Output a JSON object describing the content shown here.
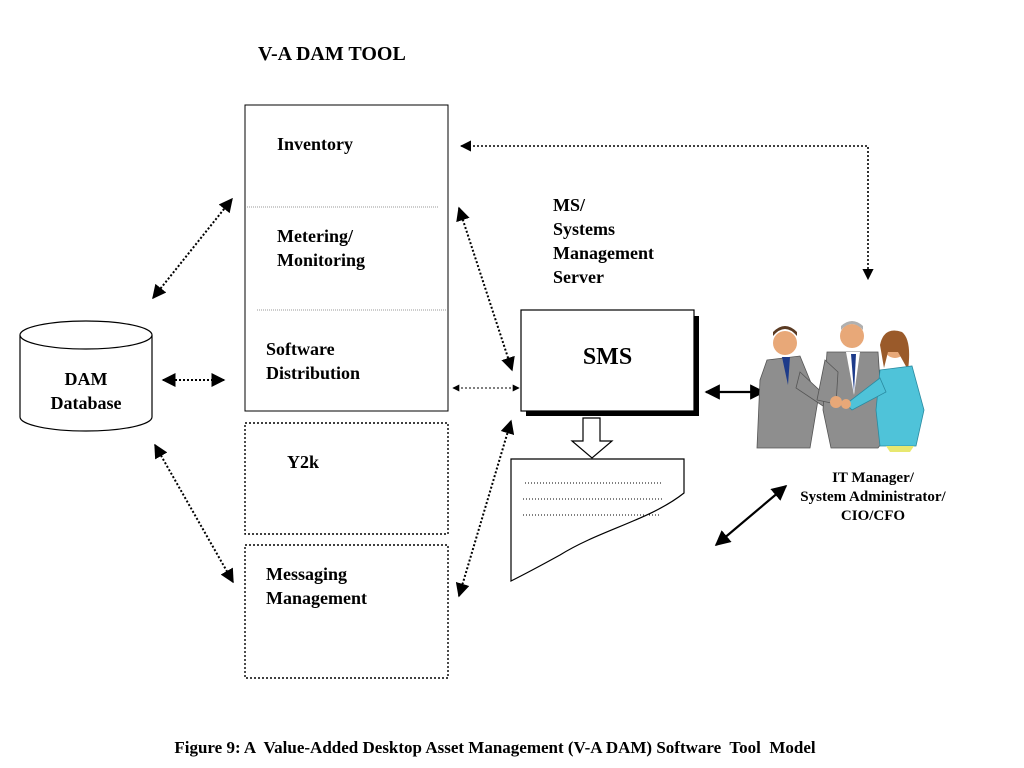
{
  "diagram": {
    "tool_title": "V-A DAM TOOL",
    "modules": [
      {
        "label_lines": [
          "Inventory"
        ]
      },
      {
        "label_lines": [
          "Metering/",
          "Monitoring"
        ]
      },
      {
        "label_lines": [
          "Software",
          "Distribution"
        ]
      },
      {
        "label_lines": [
          "Y2k"
        ]
      },
      {
        "label_lines": [
          "Messaging",
          "Management"
        ]
      }
    ],
    "database": {
      "label_lines": [
        "DAM",
        "Database"
      ]
    },
    "server_caption": {
      "label_lines": [
        "MS/",
        "Systems",
        "Management",
        "Server"
      ]
    },
    "server_box": {
      "label": "SMS"
    },
    "people": {
      "label_lines": [
        "IT Manager/",
        "System Administrator/",
        "CIO/CFO"
      ],
      "icon": "business-people-handshake-icon"
    },
    "report": {
      "icon": "report-document-icon"
    },
    "caption": "Figure 9: A  Value-Added Desktop Asset Management (V-A DAM) Software  Tool  Model"
  },
  "colors": {
    "line": "#000000",
    "shirt": "#4fc3d9",
    "suit": "#8e8e8e",
    "skin": "#e8a878"
  }
}
